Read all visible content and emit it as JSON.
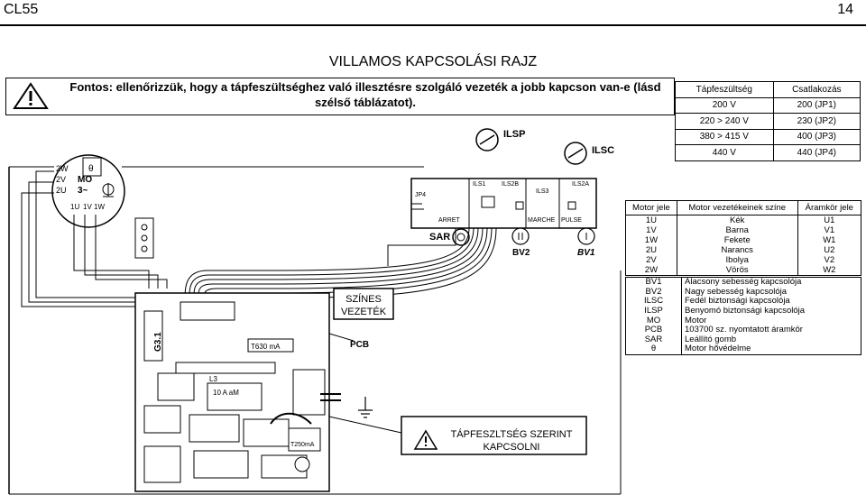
{
  "header": {
    "doc_code": "CL55",
    "page_number": "14"
  },
  "title": "VILLAMOS KAPCSOLÁSI RAJZ",
  "warning": {
    "icon": "warning-icon",
    "text": "Fontos: ellenőrizzük, hogy a tápfeszültséghez való illesztésre szolgáló vezeték a jobb kapcson van-e (lásd szélső táblázatot)."
  },
  "voltage_table": {
    "headers": [
      "Tápfeszültség",
      "Csatlakozás"
    ],
    "rows": [
      [
        "200 V",
        "200 (JP1)"
      ],
      [
        "220 > 240 V",
        "230 (JP2)"
      ],
      [
        "380 > 415 V",
        "400 (JP3)"
      ],
      [
        "440 V",
        "440 (JP4)"
      ]
    ]
  },
  "motor_table": {
    "headers": [
      "Motor jele",
      "Motor vezetékeinek színe",
      "Áramkör jele"
    ],
    "rows": [
      [
        "1U",
        "Kék",
        "U1"
      ],
      [
        "1V",
        "Barna",
        "V1"
      ],
      [
        "1W",
        "Fekete",
        "W1"
      ],
      [
        "2U",
        "Narancs",
        "U2"
      ],
      [
        "2V",
        "Ibolya",
        "V2"
      ],
      [
        "2W",
        "Vörös",
        "W2"
      ]
    ]
  },
  "legend_table": {
    "rows": [
      [
        "BV1",
        "Alacsony sebesség kapcsolója"
      ],
      [
        "BV2",
        "Nagy sebesség kapcsolója"
      ],
      [
        "ILSC",
        "Fedél biztonsági kapcsolója"
      ],
      [
        "ILSP",
        "Benyomó biztonsági kapcsolója"
      ],
      [
        "MO",
        "Motor"
      ],
      [
        "PCB",
        "103700 sz. nyomtatott áramkör"
      ],
      [
        "SAR",
        "Leállító gomb"
      ],
      [
        "θ",
        "Motor hővédelme"
      ]
    ]
  },
  "diagram": {
    "callout_colors": "SZÍNES VEZETÉK",
    "callout_voltage": "TÁPFESZLTSÉG SZERINT KAPCSOLNI",
    "labels": {
      "ilsp": "ILSP",
      "ilsc": "ILSC",
      "sar": "SAR",
      "bv2": "BV2",
      "bv1": "BV1",
      "pcb": "PCB",
      "mo": "MO",
      "mo_phase": "3~",
      "theta": "θ",
      "w2": "2W",
      "v2": "2V",
      "u2": "2U",
      "u1": "1U",
      "v1": "1V",
      "w1": "1W",
      "g31": "G3.1",
      "fuse_main": "T630 mA",
      "fuse_10a": "10 A aM",
      "fuse_250": "T250mA",
      "l3": "L3",
      "arret": "ARRET",
      "marche": "MARCHE",
      "pulse": "PULSE",
      "ils1": "ILS1",
      "ils2b": "ILS2B",
      "ils3": "ILS3",
      "ils2a": "ILS2A",
      "jp": "JP4"
    }
  }
}
